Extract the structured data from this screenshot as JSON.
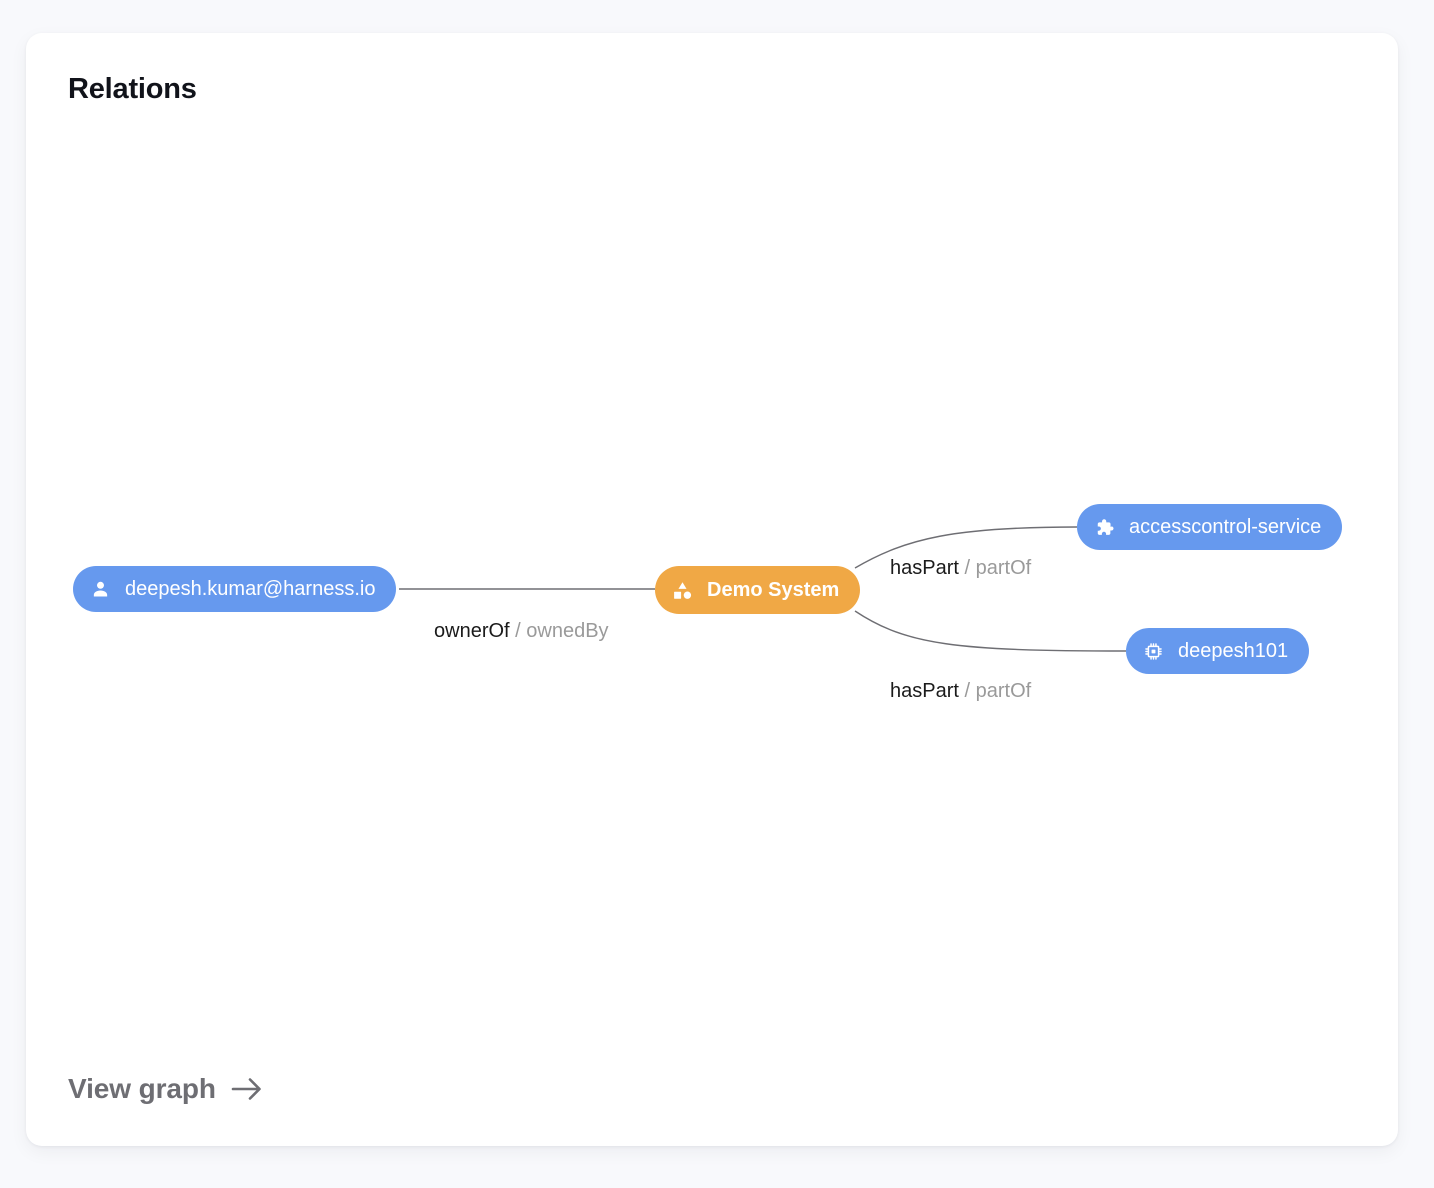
{
  "card": {
    "title": "Relations",
    "footer_link": "View graph",
    "footer_icon": "arrow-right-icon"
  },
  "colors": {
    "page_background": "#f8f9fc",
    "card_background": "#ffffff",
    "node_blue": "#6699ee",
    "node_orange": "#f0a845",
    "edge_line": "#6e6e73",
    "label_primary": "#1b1b1b",
    "label_secondary": "#9a9a9a",
    "footer_text": "#6e6e73"
  },
  "graph": {
    "nodes": [
      {
        "id": "user",
        "label": "deepesh.kumar@harness.io",
        "icon": "person-icon",
        "kind": "user",
        "color": "#6699ee"
      },
      {
        "id": "system",
        "label": "Demo System",
        "icon": "category-icon",
        "kind": "system",
        "color": "#f0a845"
      },
      {
        "id": "accesscontrol-service",
        "label": "accesscontrol-service",
        "icon": "puzzle-piece-icon",
        "kind": "component",
        "color": "#6699ee"
      },
      {
        "id": "deepesh101",
        "label": "deepesh101",
        "icon": "memory-chip-icon",
        "kind": "component",
        "color": "#6699ee"
      }
    ],
    "edges": [
      {
        "id": "edge-owner",
        "source": "user",
        "target": "system",
        "forward": "ownerOf",
        "separator": "/",
        "reverse": "ownedBy"
      },
      {
        "id": "edge-haspart-access",
        "source": "system",
        "target": "accesscontrol-service",
        "forward": "hasPart",
        "separator": "/",
        "reverse": "partOf"
      },
      {
        "id": "edge-haspart-deepesh101",
        "source": "system",
        "target": "deepesh101",
        "forward": "hasPart",
        "separator": "/",
        "reverse": "partOf"
      }
    ]
  }
}
